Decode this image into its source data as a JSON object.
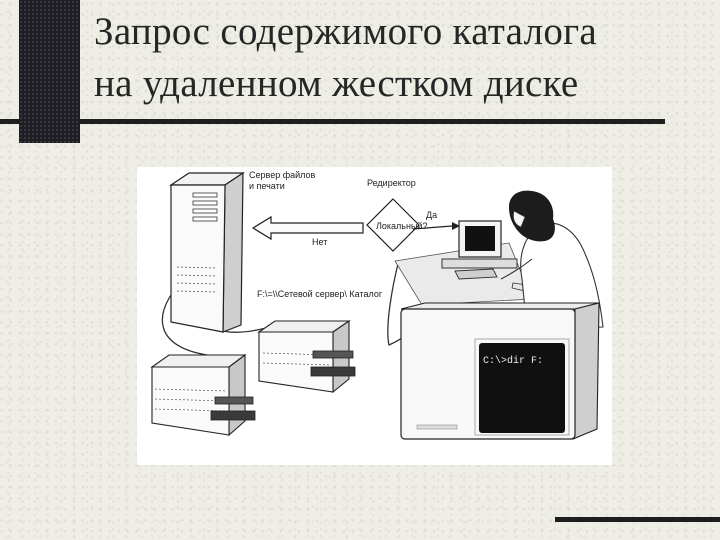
{
  "slide": {
    "title_line1": "Запрос содержимого каталога",
    "title_line2": "на удаленном жестком диске"
  },
  "figure": {
    "label_server_line1": "Сервер файлов",
    "label_server_line2": "и печати",
    "label_redirector": "Редиректор",
    "label_local": "Локальный?",
    "label_yes": "Да",
    "label_no": "Нет",
    "label_mapping": "F:\\=\\\\Сетевой сервер\\ Каталог",
    "screen_command": "C:\\>dir F:"
  }
}
